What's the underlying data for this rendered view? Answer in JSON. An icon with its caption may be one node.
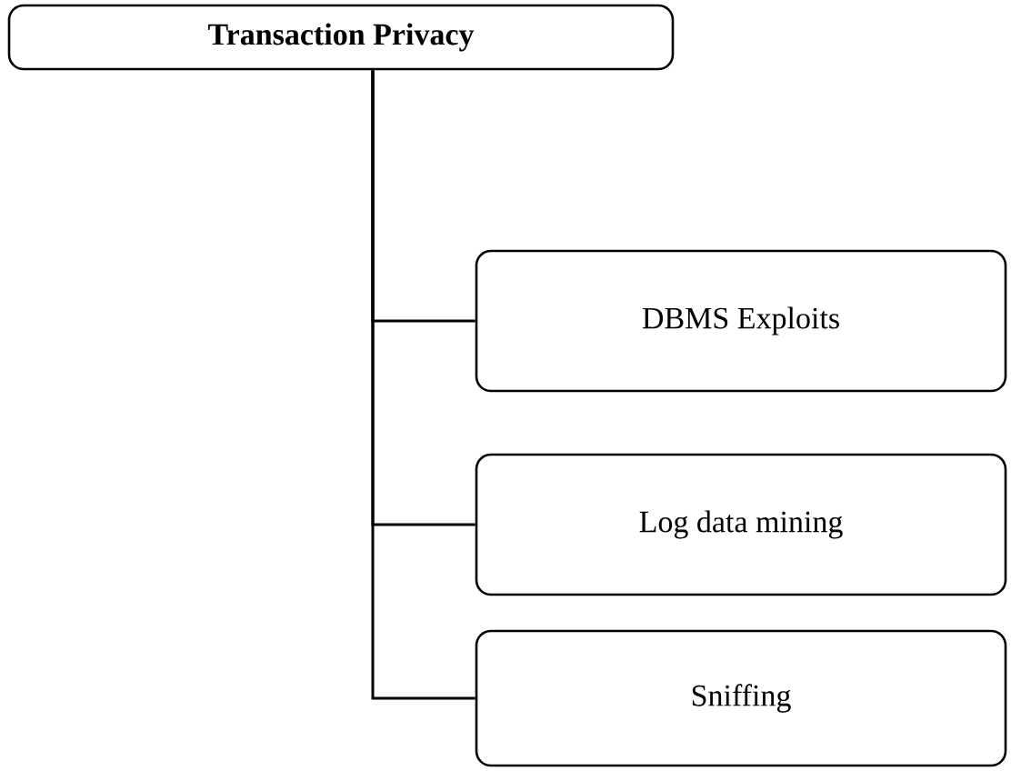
{
  "diagram": {
    "nodes": [
      {
        "text": [
          "**Transaction Privacy**"
        ]
      },
      {
        "text": [
          "DBMS Exploits"
        ]
      },
      {
        "text": [
          "Log data mining"
        ]
      },
      {
        "text": [
          "Sniffing"
        ]
      }
    ],
    "edges": [
      {
        "from": 0,
        "to": 1,
        "arrow": "none"
      },
      {
        "from": 0,
        "to": 2,
        "arrow": "none"
      },
      {
        "from": 0,
        "to": 3,
        "arrow": "none"
      }
    ]
  }
}
